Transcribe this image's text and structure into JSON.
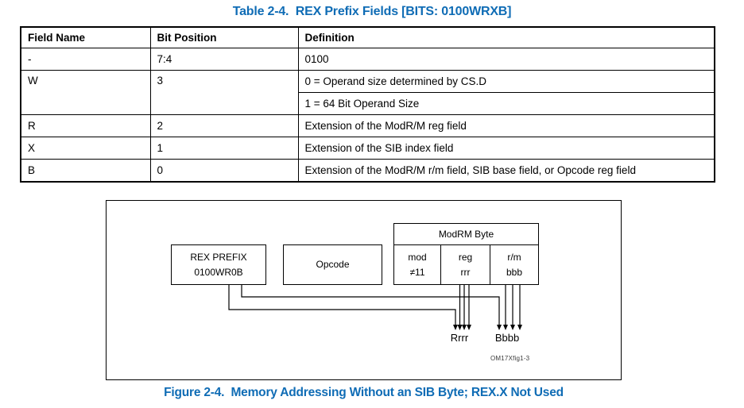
{
  "accent_blue": "#0f6cb5",
  "table": {
    "title": "Table 2-4.  REX Prefix Fields [BITS: 0100WRXB]",
    "headers": [
      "Field Name",
      "Bit Position",
      "Definition"
    ],
    "rows": [
      {
        "field": "-",
        "bit": "7:4",
        "defs": [
          "0100"
        ]
      },
      {
        "field": "W",
        "bit": "3",
        "defs": [
          "0 = Operand size determined by CS.D",
          "1 = 64 Bit Operand Size"
        ]
      },
      {
        "field": "R",
        "bit": "2",
        "defs": [
          "Extension of the ModR/M reg field"
        ]
      },
      {
        "field": "X",
        "bit": "1",
        "defs": [
          "Extension of the SIB index field"
        ]
      },
      {
        "field": "B",
        "bit": "0",
        "defs": [
          "Extension of the ModR/M r/m field, SIB base field, or Opcode reg field"
        ]
      }
    ]
  },
  "figure": {
    "caption": "Figure 2-4.  Memory Addressing Without an SIB Byte; REX.X Not Used",
    "rex_box": {
      "line1": "REX PREFIX",
      "line2": "0100WR0B"
    },
    "opcode_box": {
      "label": "Opcode"
    },
    "modrm": {
      "title": "ModRM Byte",
      "cells": [
        {
          "top": "mod",
          "bottom": "≠11"
        },
        {
          "top": "reg",
          "bottom": "rrr"
        },
        {
          "top": "r/m",
          "bottom": "bbb"
        }
      ]
    },
    "arrow_labels": {
      "left": "Rrrr",
      "right": "Bbbb"
    },
    "watermark": "OM17Xfig1-3"
  }
}
